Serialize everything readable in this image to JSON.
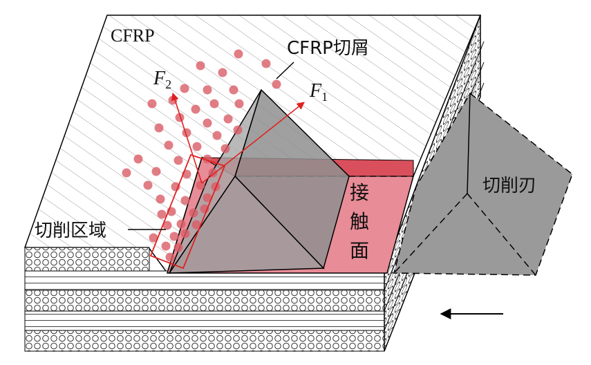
{
  "labels": {
    "material": "CFRP",
    "chip": "CFRP切屑",
    "force_f2_letter": "F",
    "force_f2_sub": "2",
    "force_f1_letter": "F",
    "force_f1_sub": "1",
    "cutting_zone": "切削区域",
    "contact_face_1": "接",
    "contact_face_2": "触",
    "contact_face_3": "面",
    "cutting_tool": "切削刃"
  },
  "colors": {
    "force_arrow": "#e02020",
    "cutting_zone_box": "#e02020",
    "chip_particle": "#d95c66",
    "contact_face": "#e88c97",
    "tool_fill": "#9a9a9a",
    "motion_arrow": "#000000"
  },
  "icons": {
    "motion_direction": "left-arrow-icon"
  }
}
